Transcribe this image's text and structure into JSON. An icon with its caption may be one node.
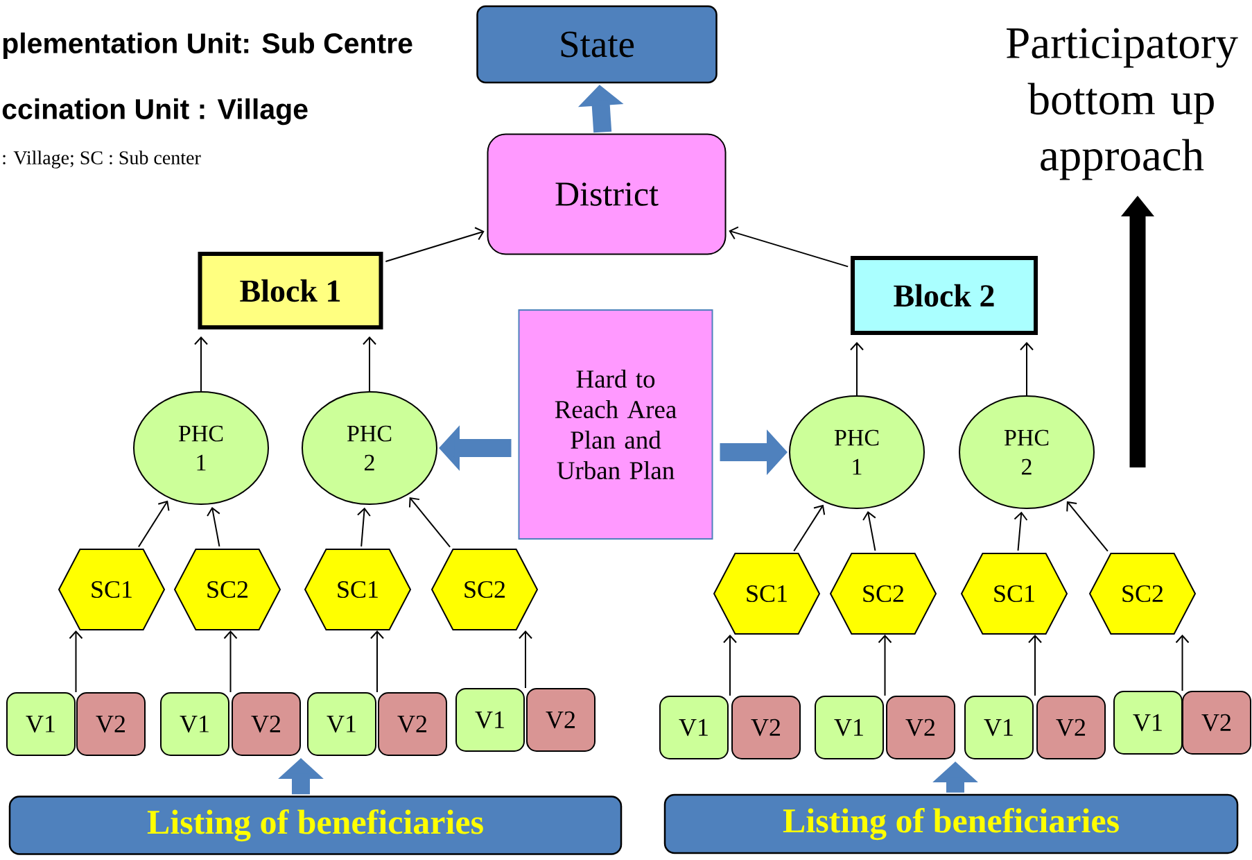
{
  "diagram": {
    "nodes": [
      {
        "text": [
          "State"
        ]
      },
      {
        "text": [
          "District"
        ]
      },
      {
        "text": [
          "Block 1"
        ]
      },
      {
        "text": [
          "Block 2"
        ]
      },
      {
        "text": [
          "Hard to Reach Area Plan and Urban Plan"
        ]
      },
      {
        "text": [
          "PHC 1"
        ]
      },
      {
        "text": [
          "PHC 2"
        ]
      },
      {
        "text": [
          "SC1"
        ]
      },
      {
        "text": [
          "SC2"
        ]
      },
      {
        "text": [
          "SC1"
        ]
      },
      {
        "text": [
          "SC2"
        ]
      },
      {
        "text": [
          "V1"
        ]
      },
      {
        "text": [
          "V2"
        ]
      },
      {
        "text": [
          "V1"
        ]
      },
      {
        "text": [
          "V2"
        ]
      },
      {
        "text": [
          "V1"
        ]
      },
      {
        "text": [
          "V2"
        ]
      },
      {
        "text": [
          "V1"
        ]
      },
      {
        "text": [
          "V2"
        ]
      },
      {
        "text": [
          "PHC 1"
        ]
      },
      {
        "text": [
          "PHC 2"
        ]
      },
      {
        "text": [
          "SC1"
        ]
      },
      {
        "text": [
          "SC2"
        ]
      },
      {
        "text": [
          "SC1"
        ]
      },
      {
        "text": [
          "SC2"
        ]
      },
      {
        "text": [
          "V1"
        ]
      },
      {
        "text": [
          "V2"
        ]
      },
      {
        "text": [
          "V1"
        ]
      },
      {
        "text": [
          "V2"
        ]
      },
      {
        "text": [
          "V1"
        ]
      },
      {
        "text": [
          "V2"
        ]
      },
      {
        "text": [
          "V1"
        ]
      },
      {
        "text": [
          "V2"
        ]
      },
      {
        "text": [
          "Listing of beneficiaries"
        ]
      },
      {
        "text": [
          "Listing of beneficiaries"
        ]
      }
    ],
    "edges": [
      {
        "from": 1,
        "to": 0,
        "arrow": "to",
        "style": "thick",
        "color": "#4f81bd"
      },
      {
        "from": 2,
        "to": 1,
        "arrow": "to"
      },
      {
        "from": 3,
        "to": 1,
        "arrow": "to"
      },
      {
        "from": 5,
        "to": 2,
        "arrow": "to"
      },
      {
        "from": 6,
        "to": 2,
        "arrow": "to"
      },
      {
        "from": 19,
        "to": 3,
        "arrow": "to"
      },
      {
        "from": 20,
        "to": 3,
        "arrow": "to"
      },
      {
        "from": 7,
        "to": 5,
        "arrow": "to"
      },
      {
        "from": 8,
        "to": 5,
        "arrow": "to"
      },
      {
        "from": 9,
        "to": 6,
        "arrow": "to"
      },
      {
        "from": 10,
        "to": 6,
        "arrow": "to"
      },
      {
        "from": 21,
        "to": 19,
        "arrow": "to"
      },
      {
        "from": 22,
        "to": 19,
        "arrow": "to"
      },
      {
        "from": 23,
        "to": 20,
        "arrow": "to"
      },
      {
        "from": 24,
        "to": 20,
        "arrow": "to"
      },
      {
        "from": 11,
        "to": 7,
        "arrow": "to"
      },
      {
        "from": 12,
        "to": 7,
        "arrow": "to"
      },
      {
        "from": 13,
        "to": 8,
        "arrow": "to"
      },
      {
        "from": 14,
        "to": 8,
        "arrow": "to"
      },
      {
        "from": 15,
        "to": 9,
        "arrow": "to"
      },
      {
        "from": 16,
        "to": 9,
        "arrow": "to"
      },
      {
        "from": 17,
        "to": 10,
        "arrow": "to"
      },
      {
        "from": 18,
        "to": 10,
        "arrow": "to"
      },
      {
        "from": 25,
        "to": 21,
        "arrow": "to"
      },
      {
        "from": 26,
        "to": 21,
        "arrow": "to"
      },
      {
        "from": 27,
        "to": 22,
        "arrow": "to"
      },
      {
        "from": 28,
        "to": 22,
        "arrow": "to"
      },
      {
        "from": 29,
        "to": 23,
        "arrow": "to"
      },
      {
        "from": 30,
        "to": 23,
        "arrow": "to"
      },
      {
        "from": 31,
        "to": 24,
        "arrow": "to"
      },
      {
        "from": 32,
        "to": 24,
        "arrow": "to"
      },
      {
        "from": 4,
        "to": 6,
        "arrow": "to",
        "style": "thick",
        "color": "#4f81bd"
      },
      {
        "from": 4,
        "to": 19,
        "arrow": "to",
        "style": "thick",
        "color": "#4f81bd"
      },
      {
        "from": 33,
        "to": 14,
        "arrow": "to",
        "style": "thick",
        "color": "#4f81bd"
      },
      {
        "from": 34,
        "to": 28,
        "arrow": "to",
        "style": "thick",
        "color": "#4f81bd"
      }
    ],
    "labels": [
      "plementation Unit: Sub Centre",
      "ccination Unit : Village",
      ": Village; SC : Sub center",
      "Participatory bottom up approach"
    ]
  }
}
